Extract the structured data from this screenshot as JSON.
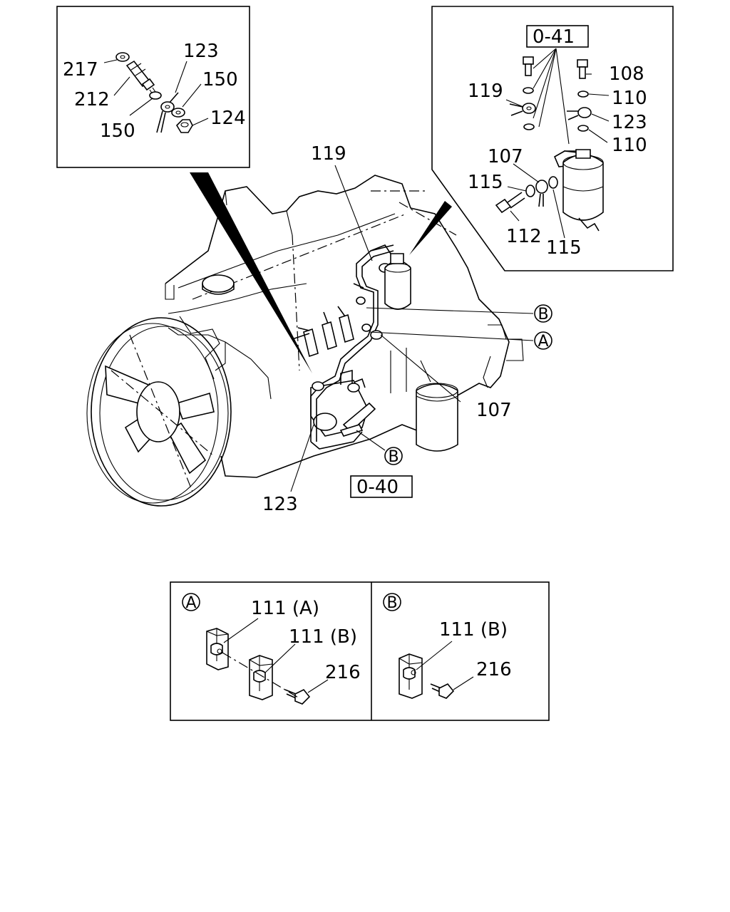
{
  "detail_top_left": {
    "callouts": [
      "217",
      "212",
      "123",
      "150",
      "150",
      "124"
    ]
  },
  "detail_top_right": {
    "ref_box": "0-41",
    "callouts": [
      "108",
      "110",
      "119",
      "123",
      "110",
      "107",
      "115",
      "112",
      "115"
    ]
  },
  "main_view": {
    "callouts": [
      "119",
      "107",
      "123"
    ],
    "markers": [
      "B",
      "A",
      "B"
    ],
    "ref_box": "0-40"
  },
  "detail_a": {
    "marker": "A",
    "callouts": [
      "111 (A)",
      "111 (B)",
      "216"
    ]
  },
  "detail_b": {
    "marker": "B",
    "callouts": [
      "111 (B)",
      "216"
    ]
  }
}
